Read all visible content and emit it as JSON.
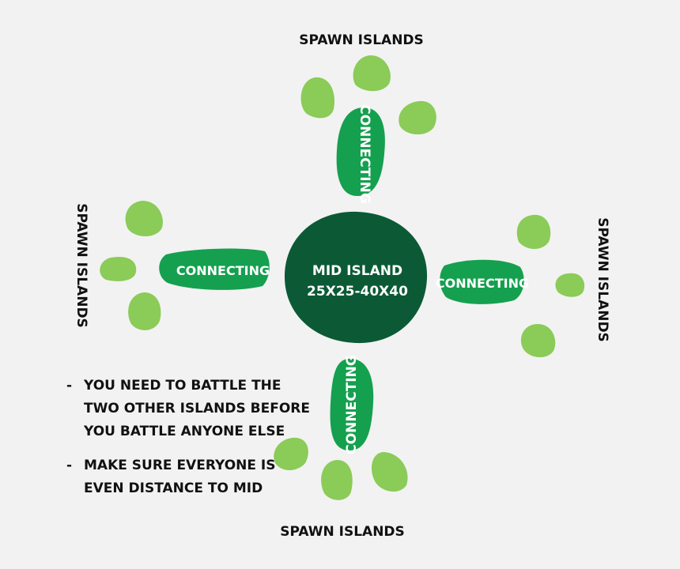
{
  "colors": {
    "background": "#f2f2f2",
    "mid_island": "#0b5a35",
    "connecting": "#15a04f",
    "spawn": "#8bcb57",
    "text_light": "#ffffff",
    "text_dark": "#111111"
  },
  "mid_island": {
    "line1": "MID ISLAND",
    "line2": "25X25-40X40"
  },
  "connecting": {
    "top": "CONNECTING",
    "left": "CONNECTING",
    "right": "CONNECTING",
    "bottom": "CONNECTING"
  },
  "spawn_labels": {
    "top": "SPAWN ISLANDS",
    "left": "SPAWN ISLANDS",
    "right": "SPAWN ISLANDS",
    "bottom": "SPAWN ISLANDS"
  },
  "notes": [
    {
      "bullet": "-",
      "text": "YOU NEED TO BATTLE THE\nTWO OTHER ISLANDS BEFORE\nYOU BATTLE ANYONE ELSE"
    },
    {
      "bullet": "-",
      "text": "MAKE SURE EVERYONE IS\nEVEN DISTANCE TO MID"
    }
  ]
}
